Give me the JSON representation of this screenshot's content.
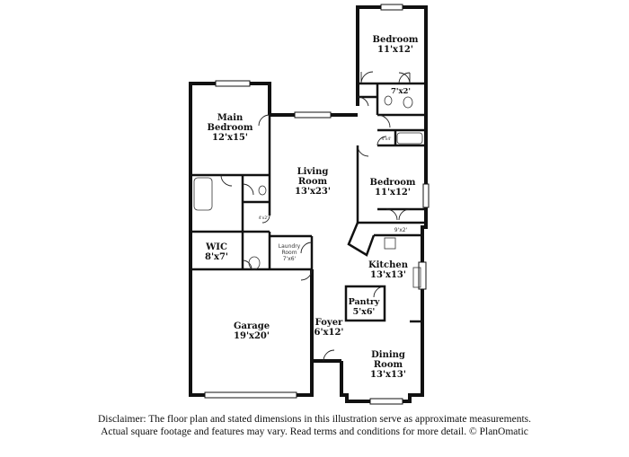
{
  "rooms": {
    "bedroom_top": {
      "name": "Bedroom",
      "dims": "11'x12'"
    },
    "bath_top": {
      "dims": "7'x2'"
    },
    "closet_small": {
      "dims": "4'x4'"
    },
    "main_bedroom": {
      "name_line1": "Main",
      "name_line2": "Bedroom",
      "dims": "12'x15'"
    },
    "living_room": {
      "name_line1": "Living",
      "name_line2": "Room",
      "dims": "13'x23'"
    },
    "bedroom_mid": {
      "name": "Bedroom",
      "dims": "11'x12'"
    },
    "closet_mid": {
      "dims": "9'x2'"
    },
    "main_closet": {
      "dims": "4'x2'"
    },
    "wic": {
      "name": "WIC",
      "dims": "8'x7'"
    },
    "laundry": {
      "name_line1": "Laundry",
      "name_line2": "Room",
      "dims": "7'x6'"
    },
    "kitchen": {
      "name": "Kitchen",
      "dims": "13'x13'"
    },
    "pantry": {
      "name": "Pantry",
      "dims": "5'x6'"
    },
    "garage": {
      "name": "Garage",
      "dims": "19'x20'"
    },
    "foyer": {
      "name": "Foyer",
      "dims": "6'x12'"
    },
    "dining_room": {
      "name_line1": "Dining",
      "name_line2": "Room",
      "dims": "13'x13'"
    }
  },
  "disclaimer": {
    "line1": "Disclaimer: The floor plan and stated dimensions in this illustration serve as approximate measurements.",
    "line2": "Actual square footage and features may vary. Read terms and conditions for more detail. © PlanOmatic"
  }
}
